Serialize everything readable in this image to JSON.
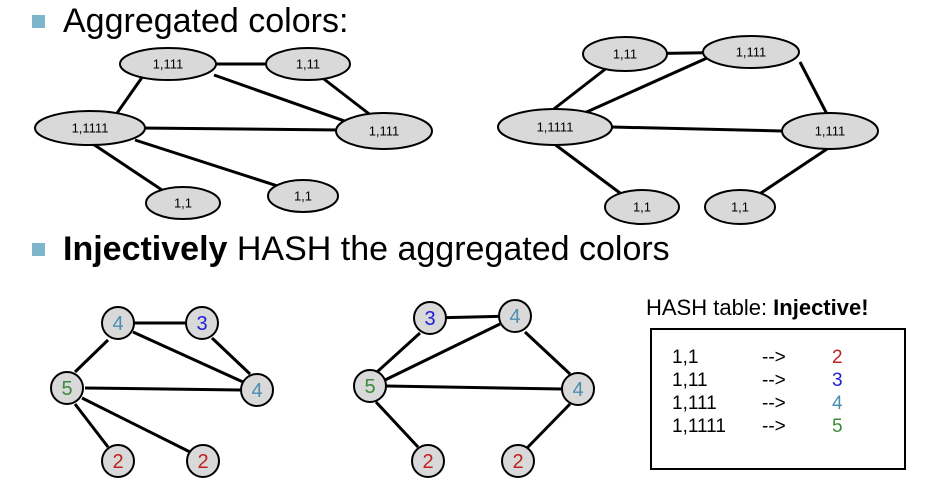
{
  "bullet1": {
    "text": "Aggregated colors:"
  },
  "bullet2": {
    "bold": "Injectively",
    "rest": " HASH the aggregated colors"
  },
  "graph_left_top": {
    "nodes": [
      {
        "id": "a",
        "label": "1,111"
      },
      {
        "id": "b",
        "label": "1,11"
      },
      {
        "id": "c",
        "label": "1,1111"
      },
      {
        "id": "d",
        "label": "1,111"
      },
      {
        "id": "e",
        "label": "1,1"
      },
      {
        "id": "f",
        "label": "1,1"
      }
    ]
  },
  "graph_right_top": {
    "nodes": [
      {
        "id": "a",
        "label": "1,11"
      },
      {
        "id": "b",
        "label": "1,111"
      },
      {
        "id": "c",
        "label": "1,1111"
      },
      {
        "id": "d",
        "label": "1,111"
      },
      {
        "id": "e",
        "label": "1,1"
      },
      {
        "id": "f",
        "label": "1,1"
      }
    ]
  },
  "graph_left_bottom": {
    "nodes": [
      {
        "id": "a",
        "label": "4",
        "color": "#4a8fb0"
      },
      {
        "id": "b",
        "label": "3",
        "color": "#1f1fd6"
      },
      {
        "id": "c",
        "label": "5",
        "color": "#3c8a3c"
      },
      {
        "id": "d",
        "label": "4",
        "color": "#4a8fb0"
      },
      {
        "id": "e",
        "label": "2",
        "color": "#c0201f"
      },
      {
        "id": "f",
        "label": "2",
        "color": "#c0201f"
      }
    ]
  },
  "graph_right_bottom": {
    "nodes": [
      {
        "id": "a",
        "label": "3",
        "color": "#1f1fd6"
      },
      {
        "id": "b",
        "label": "4",
        "color": "#4a8fb0"
      },
      {
        "id": "c",
        "label": "5",
        "color": "#3c8a3c"
      },
      {
        "id": "d",
        "label": "4",
        "color": "#4a8fb0"
      },
      {
        "id": "e",
        "label": "2",
        "color": "#c0201f"
      },
      {
        "id": "f",
        "label": "2",
        "color": "#c0201f"
      }
    ]
  },
  "hash": {
    "title_plain": "HASH table: ",
    "title_bold": "Injective!",
    "rows": [
      {
        "key": "1,1",
        "arrow": "-->",
        "value": "2",
        "color": "#c0201f"
      },
      {
        "key": "1,11",
        "arrow": "-->",
        "value": "3",
        "color": "#1f1fd6"
      },
      {
        "key": "1,111",
        "arrow": "-->",
        "value": "4",
        "color": "#4a8fb0"
      },
      {
        "key": "1,1111",
        "arrow": "-->",
        "value": "5",
        "color": "#3c8a3c"
      }
    ]
  }
}
